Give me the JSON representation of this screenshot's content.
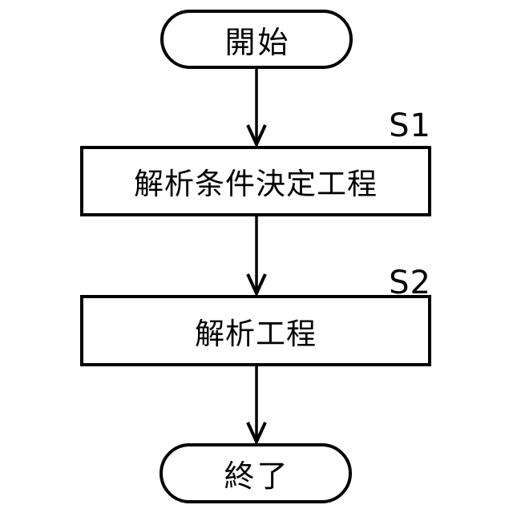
{
  "figure": {
    "type": "flowchart",
    "background_color": "#ffffff",
    "stroke_color": "#000000",
    "nodes": {
      "start": {
        "type": "terminal",
        "label": "開始"
      },
      "step1": {
        "type": "process",
        "label": "解析条件決定工程",
        "step_id": "S1"
      },
      "step2": {
        "type": "process",
        "label": "解析工程",
        "step_id": "S2"
      },
      "end": {
        "type": "terminal",
        "label": "終了"
      }
    },
    "connections": [
      {
        "from": "start",
        "to": "step1"
      },
      {
        "from": "step1",
        "to": "step2"
      },
      {
        "from": "step2",
        "to": "end"
      }
    ]
  }
}
